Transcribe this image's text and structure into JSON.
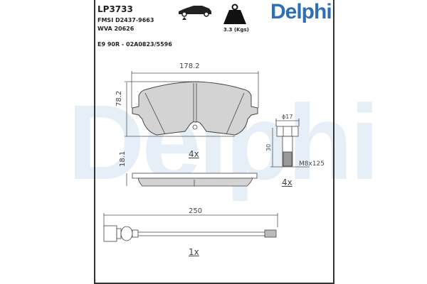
{
  "header": {
    "part_number": "LP3733",
    "fmsi": "FMSI D2437-9663",
    "wva": "WVA 20626",
    "approval": "E9 90R - 02A0823/5596",
    "weight_label": "3.3 (Kgs)",
    "brand": "Delphi",
    "watermark": "Delphi"
  },
  "colors": {
    "brand": "#2e6fb5",
    "watermark": "#e6eef7",
    "pad_fill": "#d3d3d3",
    "line": "#444444"
  },
  "icons": [
    "car-front-axle-icon",
    "weight-icon"
  ],
  "pad": {
    "width_label": "178.2",
    "height_label": "78.2",
    "thickness_label": "18.1",
    "qty_label": "4x"
  },
  "bolt": {
    "diameter_label": "ϕ17",
    "length_label": "30",
    "thread_label": "M8x125",
    "qty_label": "4x"
  },
  "sensor": {
    "length_label": "250",
    "qty_label": "1x"
  }
}
